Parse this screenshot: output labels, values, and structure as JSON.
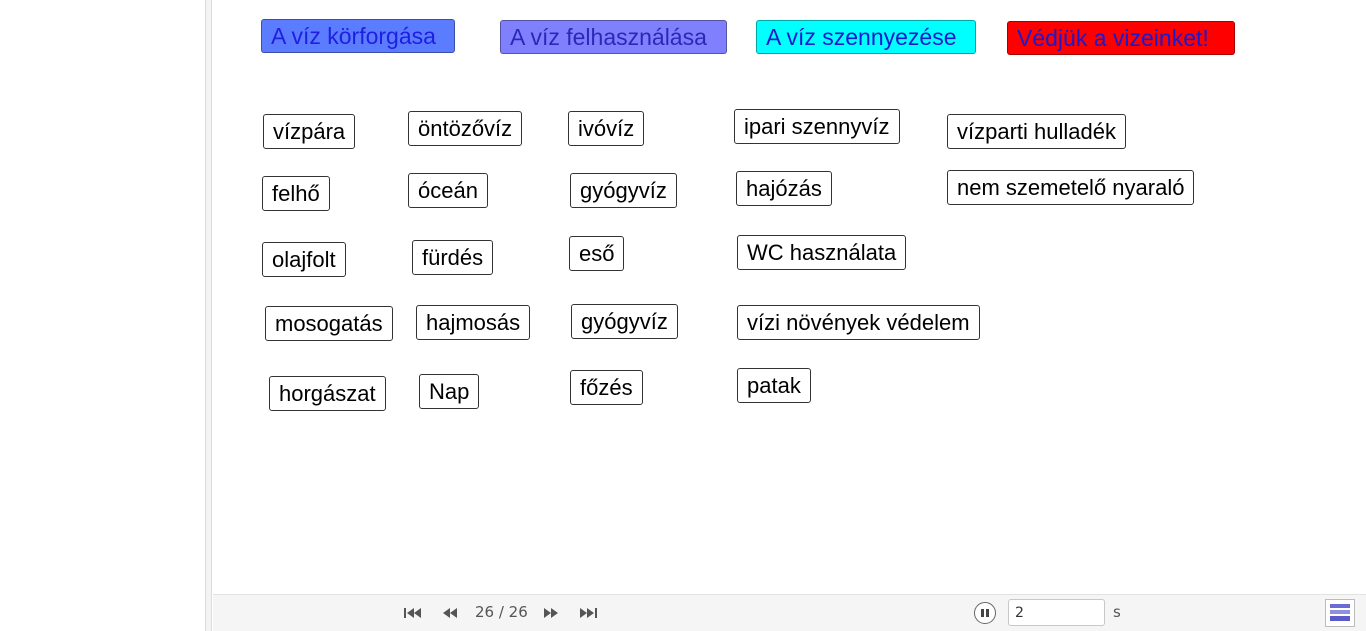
{
  "categories": [
    {
      "label": "A víz körforgása",
      "bg": "#5b7cff",
      "fg": "#1f1fe0"
    },
    {
      "label": "A víz felhasználása",
      "bg": "#8080ff",
      "fg": "#2929b8"
    },
    {
      "label": "A víz szennyezése",
      "bg": "#00ffff",
      "fg": "#1a1acc"
    },
    {
      "label": "Védjük  a vizeinket!",
      "bg": "#ff0000",
      "fg": "#1a1acc"
    }
  ],
  "tags": {
    "t01": "vízpára",
    "t02": "öntözővíz",
    "t03": "ivóvíz",
    "t04": "ipari szennyvíz",
    "t05": "vízparti hulladék",
    "t06": "felhő",
    "t07": "óceán",
    "t08": "gyógyvíz",
    "t09": "hajózás",
    "t10": "nem szemetelő nyaraló",
    "t11": "olajfolt",
    "t12": "fürdés",
    "t13": "eső",
    "t14": "WC használata",
    "t15": "mosogatás",
    "t16": "hajmosás",
    "t17": "gyógyvíz",
    "t18": "vízi növények védelem",
    "t19": "horgászat",
    "t20": "Nap",
    "t21": "főzés",
    "t22": "patak"
  },
  "toolbar": {
    "page_indicator": "26 / 26",
    "speed_value": "2",
    "speed_unit": "s",
    "icons": [
      "first-icon",
      "previous-icon",
      "next-icon",
      "last-icon",
      "pause-icon",
      "algebra-view-icon"
    ]
  }
}
